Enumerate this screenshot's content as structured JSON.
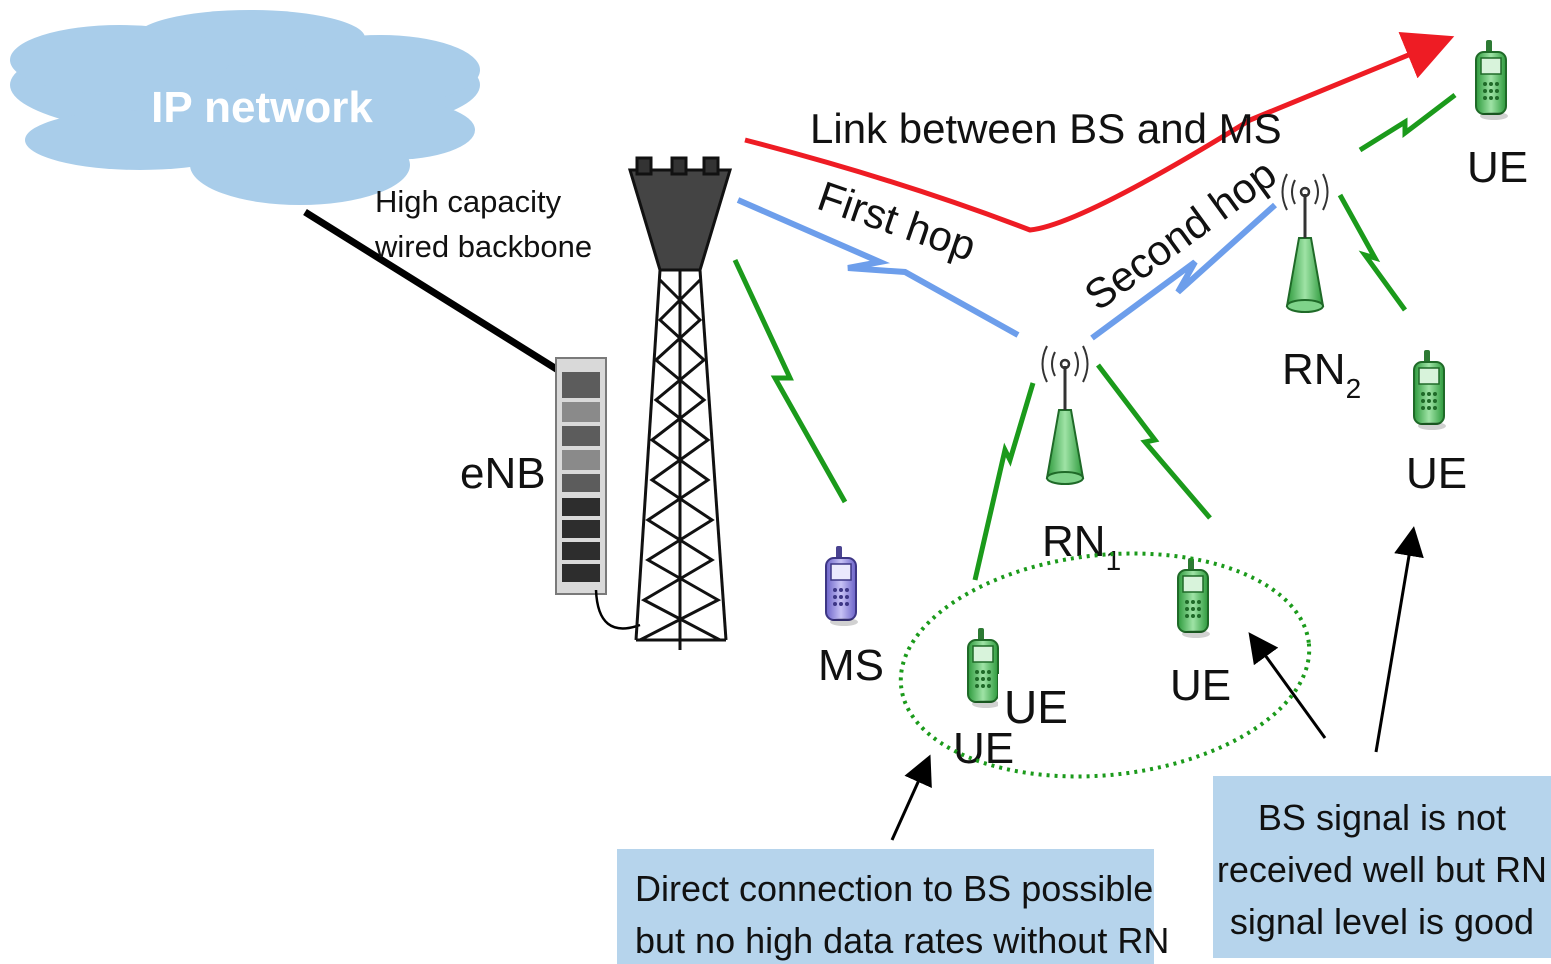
{
  "cloud": {
    "label": "IP network",
    "color": "#a9cdea"
  },
  "backbone": {
    "line1": "High capacity",
    "line2": "wired backbone"
  },
  "enb": {
    "label": "eNB"
  },
  "links": {
    "bs_ms": "Link between BS and MS",
    "first_hop": "First hop",
    "second_hop": "Second hop"
  },
  "nodes": {
    "rn1": {
      "label": "RN",
      "sub": "1"
    },
    "rn2": {
      "label": "RN",
      "sub": "2"
    },
    "ms": "MS",
    "ue_top_right": "UE",
    "ue_right": "UE",
    "ue_center": "UE",
    "ue_left_hidden": "UE",
    "ue_left_overlay": "UE"
  },
  "callouts": {
    "direct": {
      "line1": "Direct connection to BS possible",
      "line2": "but no high data rates without RN"
    },
    "relay": {
      "line1": "BS signal is not",
      "line2": "received well but RN",
      "line3": "signal level is good"
    }
  },
  "colors": {
    "red_link": "#ee1c24",
    "blue_link": "#6d9eeb",
    "green_link": "#1b9a1b",
    "phone_green": "#39b54a",
    "phone_purple": "#8b82e0"
  }
}
